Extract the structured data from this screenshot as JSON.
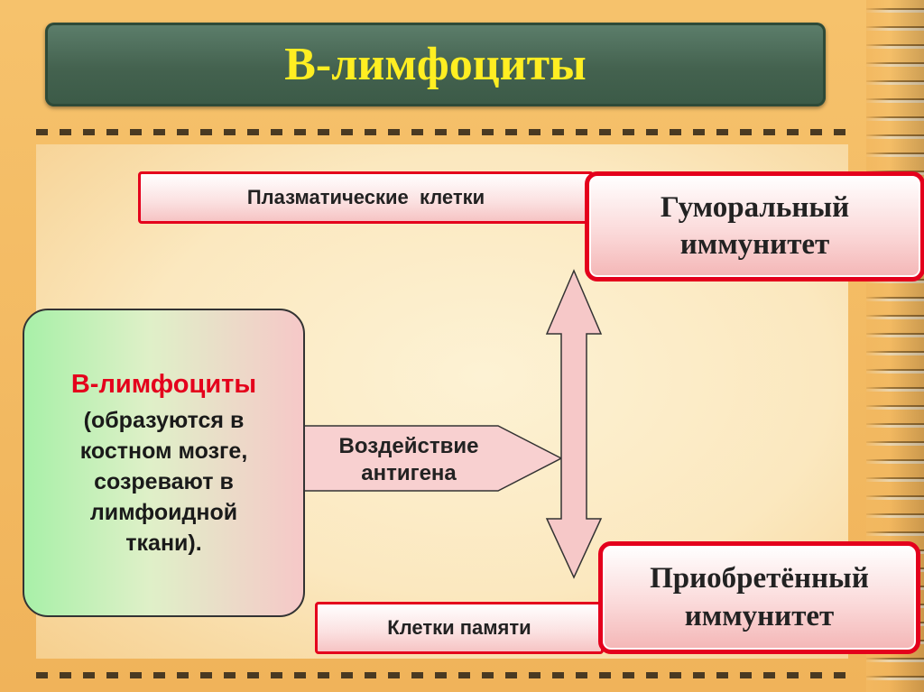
{
  "slide": {
    "title": "В-лимфоциты"
  },
  "diagram": {
    "plasma_cells": "Плазматические  клетки",
    "humoral_immunity": "Гуморальный\nиммунитет",
    "origin_title": "В-лимфоциты",
    "origin_text": "(образуются в\nкостном мозге,\nсозревают в\nлимфоидной\nткани).",
    "antigen_action": "Воздействие\nантигена",
    "memory_cells": "Клетки памяти",
    "acquired_immunity": "Приобретённый\nиммунитет"
  },
  "colors": {
    "title_text": "#ffee22",
    "banner": "#44624f",
    "box_border": "#e4001c",
    "arrow_fill": "#f6c8c8"
  }
}
